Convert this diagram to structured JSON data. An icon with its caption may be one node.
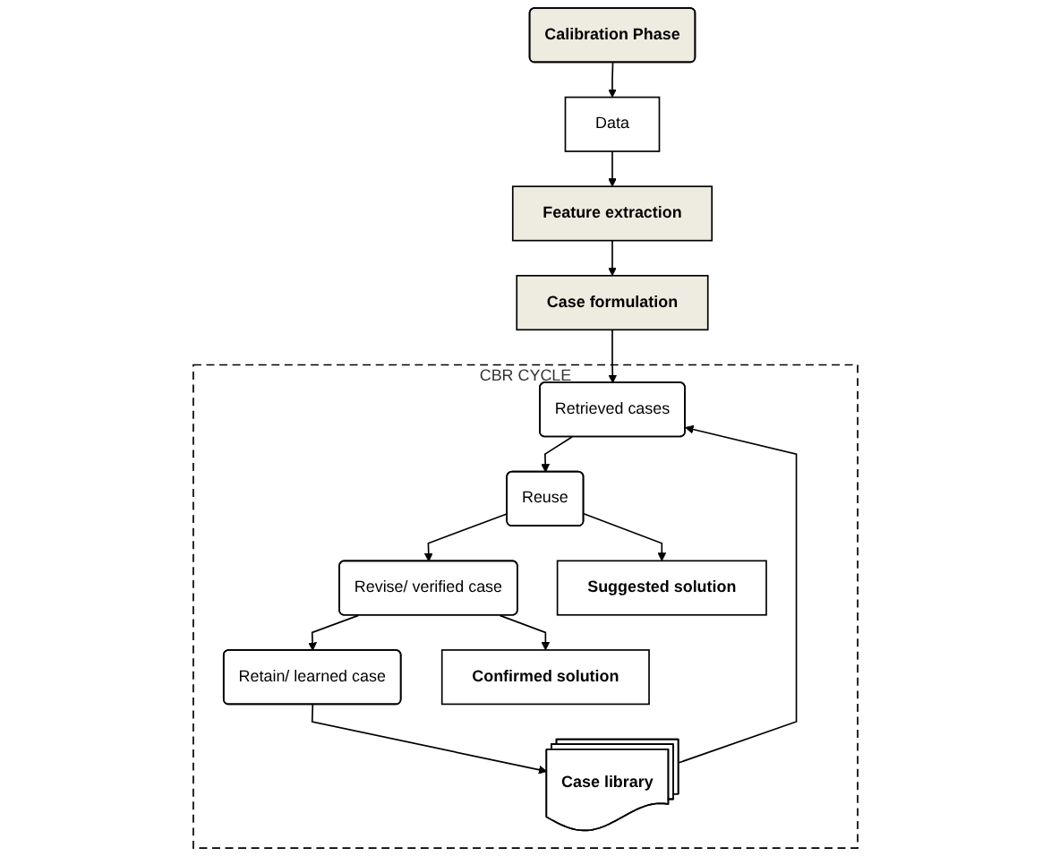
{
  "diagram": {
    "nodes": [
      {
        "text": [
          "Calibration Phase"
        ]
      },
      {
        "text": [
          "Data"
        ]
      },
      {
        "text": [
          "Feature extraction"
        ]
      },
      {
        "text": [
          "Case formulation"
        ]
      },
      {
        "text": [
          "CBR CYCLE"
        ]
      },
      {
        "text": [
          "Case library"
        ],
        "in": 4
      },
      {
        "text": [
          "Retrieved cases"
        ],
        "in": 4
      },
      {
        "text": [
          "Reuse"
        ],
        "in": 4
      },
      {
        "text": [
          "Revise/ verified case"
        ],
        "in": 4
      },
      {
        "text": [
          "Retain/ learned case"
        ],
        "in": 4
      },
      {
        "text": [
          "Confirmed solution"
        ],
        "in": 4
      },
      {
        "text": [
          "Suggested solution"
        ],
        "in": 4
      }
    ],
    "edges": [
      {
        "from": 0,
        "to": 1,
        "arrow": "to"
      },
      {
        "from": 1,
        "to": 2,
        "arrow": "to"
      },
      {
        "from": 2,
        "to": 3,
        "arrow": "to"
      },
      {
        "from": 3,
        "to": 6,
        "arrow": "to"
      },
      {
        "from": 5,
        "to": 6,
        "arrow": "to"
      },
      {
        "from": 6,
        "to": 7,
        "arrow": "to"
      },
      {
        "from": 7,
        "to": 8,
        "arrow": "to"
      },
      {
        "from": 8,
        "to": 9,
        "arrow": "to"
      },
      {
        "from": 9,
        "to": 5,
        "arrow": "to"
      },
      {
        "from": 8,
        "to": 10,
        "arrow": "to"
      },
      {
        "from": 7,
        "to": 11,
        "arrow": "to"
      }
    ]
  }
}
